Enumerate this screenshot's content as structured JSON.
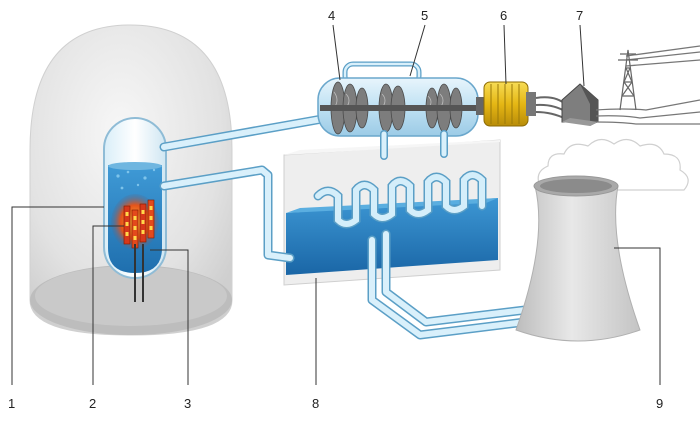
{
  "labels": {
    "l1": "1",
    "l2": "2",
    "l3": "3",
    "l4": "4",
    "l5": "5",
    "l6": "6",
    "l7": "7",
    "l8": "8",
    "l9": "9"
  },
  "colors": {
    "water": "#2a86c8",
    "pipe": "#bfe3f5",
    "pipe_edge": "#5b9fc6",
    "core": "#e0551a",
    "generator": "#e9c21c",
    "dome": "#e6e6e6",
    "tower": "#d3d3d3"
  }
}
